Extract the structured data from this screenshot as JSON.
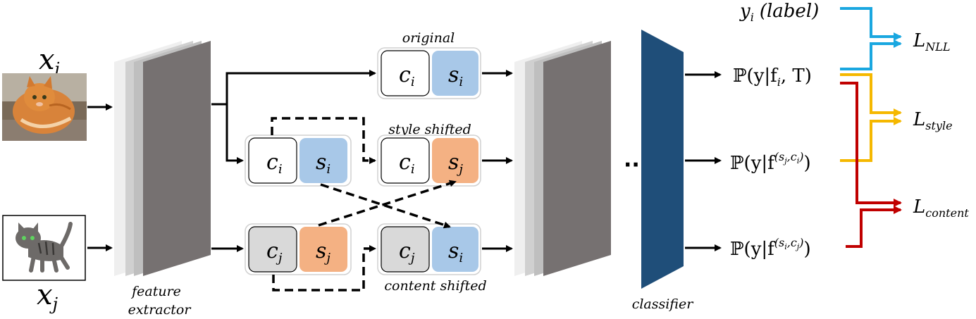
{
  "inputs": {
    "xi_base": "x",
    "xi_sub": "i",
    "xj_base": "x",
    "xj_sub": "j"
  },
  "labels": {
    "feature_line1": "feature",
    "feature_line2": "extractor",
    "classifier": "classifier",
    "original": "original",
    "style_shifted": "style shifted",
    "content_shifted": "content shifted",
    "ellipsis": "···"
  },
  "boxes": {
    "c": "c",
    "s": "s",
    "i": "i",
    "j": "j"
  },
  "outputs": {
    "yi_base": "y",
    "yi_sub": "i",
    "yi_label": "(label)",
    "p1": "ℙ(y|f",
    "p1_sub": "i",
    "p1_end": ", T)",
    "p2": "ℙ(y|f",
    "p2_sup": "(s",
    "p2_sup_s": "j",
    "p2_sup_mid": ",c",
    "p2_sup_c": "i",
    "p2_sup_end": ")",
    "p2_end": ")",
    "p3": "ℙ(y|f",
    "p3_sup": "(s",
    "p3_sup_s": "i",
    "p3_sup_mid": ",c",
    "p3_sup_c": "j",
    "p3_sup_end": ")",
    "p3_end": ")"
  },
  "losses": {
    "L": "L",
    "nll": "NLL",
    "style": "style",
    "content": "content"
  },
  "colors": {
    "blue_box": "#a8c8e8",
    "orange_box": "#f4b183",
    "gray_box": "#d9d9d9",
    "classifier": "#1f4e79",
    "nll_line": "#1aa7e0",
    "style_line": "#f5b800",
    "content_line": "#c00000",
    "layer_dark": "#767171"
  }
}
